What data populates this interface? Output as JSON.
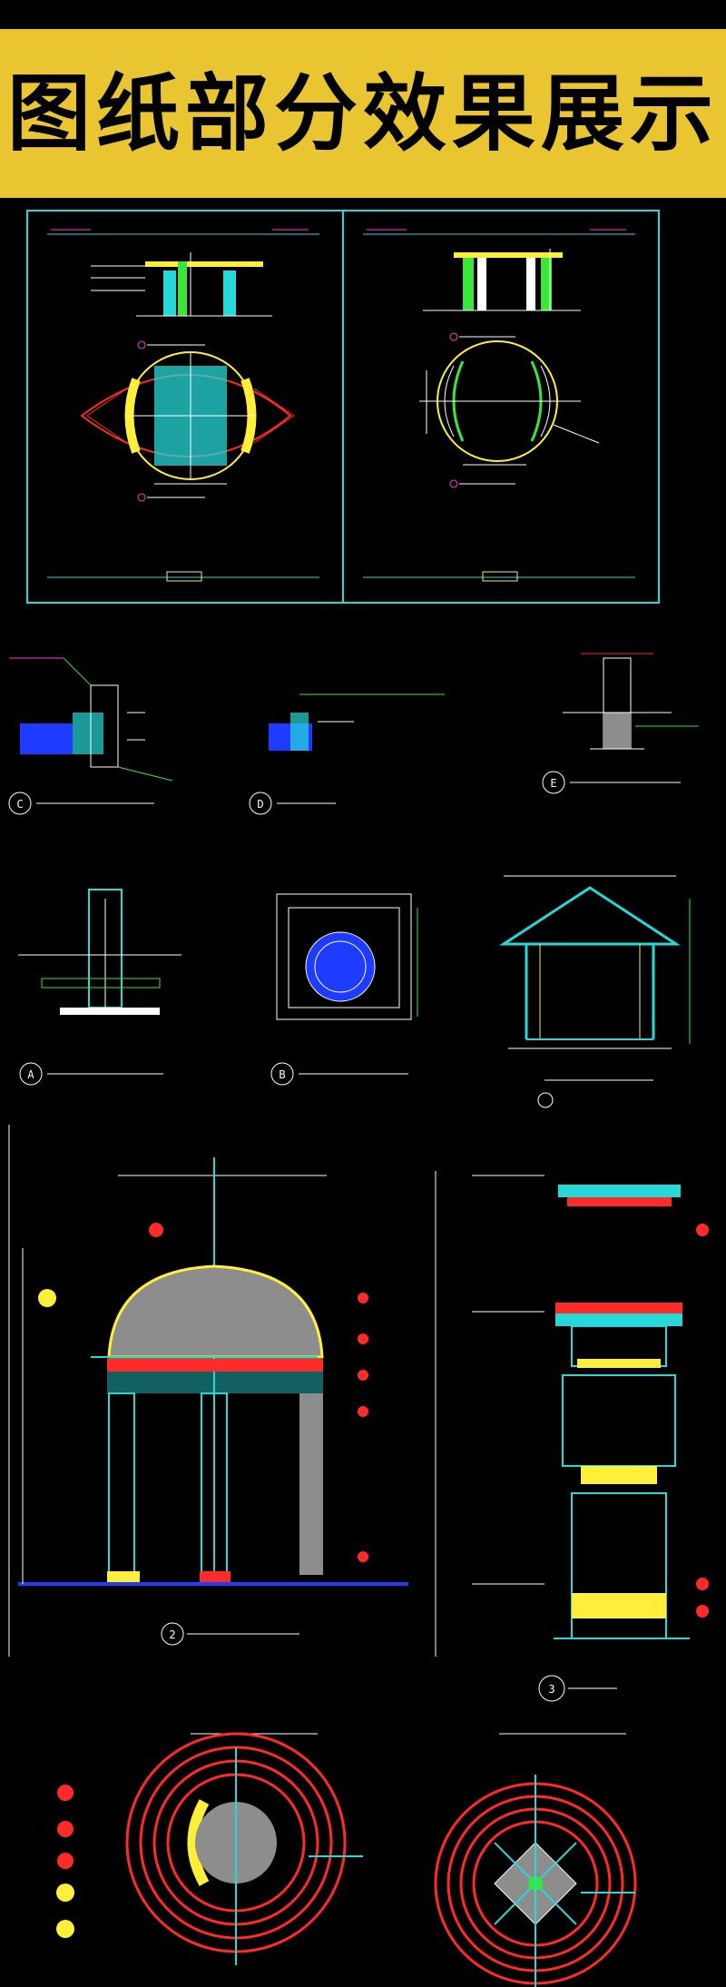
{
  "banner": {
    "title": "图纸部分效果展示",
    "bg": "#e8c531",
    "text_color": "#000000"
  },
  "colors": {
    "cyan": "#27d8d8",
    "yellow": "#ffef3a",
    "green": "#39e639",
    "red": "#ff2a2a",
    "magenta": "#ff3bd8",
    "white": "#ffffff",
    "blue": "#1e3cff",
    "gray": "#8d8d8d"
  },
  "detail_labels": {
    "c": "C",
    "d": "D",
    "e": "E",
    "a": "A",
    "b": "B",
    "n2": "2",
    "n3": "3"
  }
}
